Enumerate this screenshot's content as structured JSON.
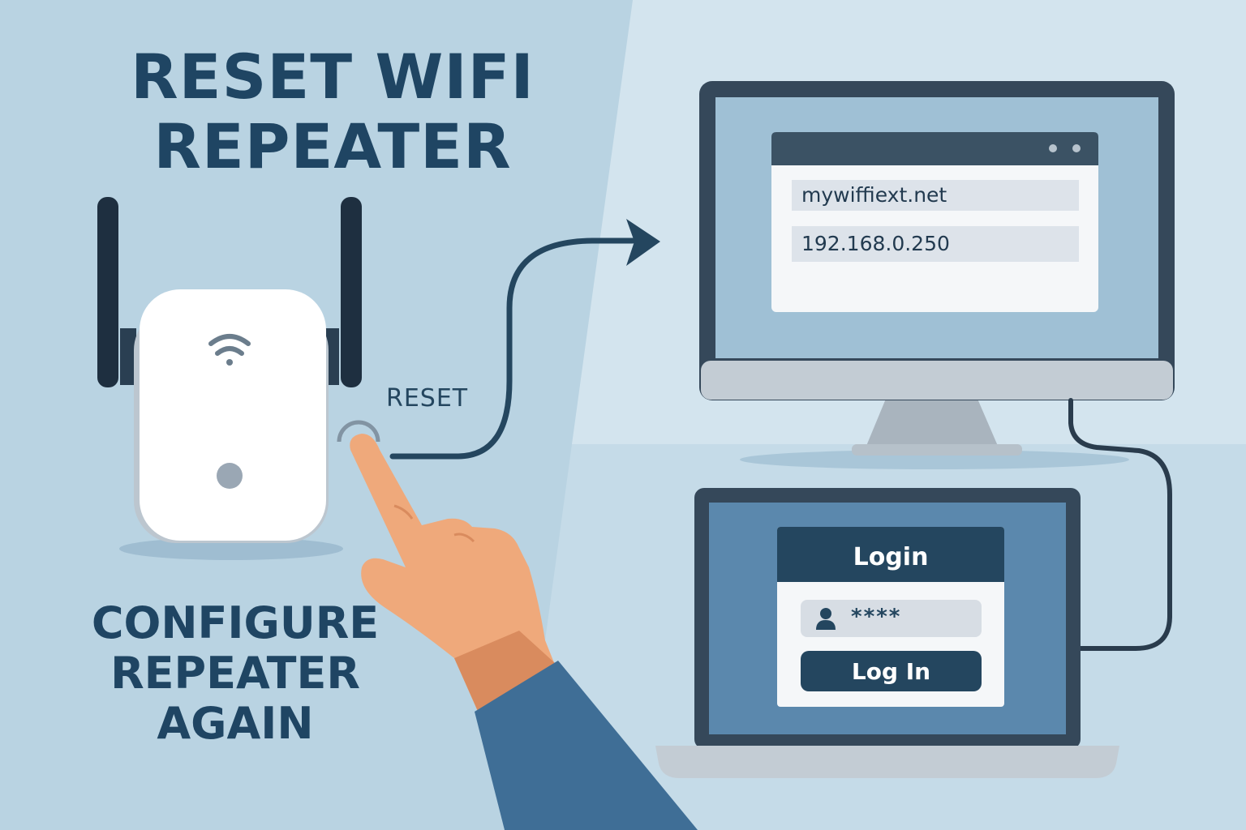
{
  "title": {
    "line1": "RESET WIFI",
    "line2": "REPEATER"
  },
  "subtitle": {
    "line1": "CONFIGURE",
    "line2": "REPEATER",
    "line3": "AGAIN"
  },
  "reset_label": "RESET",
  "browser": {
    "url": "mywiffiext.net",
    "ip": "192.168.0.250"
  },
  "login_panel": {
    "title": "Login",
    "password_mask": "****",
    "button_label": "Log In"
  },
  "icons": {
    "wifi": "wifi-icon",
    "led": "power-led-icon",
    "user": "user-icon",
    "arrow": "arrow-right-icon"
  },
  "colors": {
    "navy": "#24465f",
    "background": "#b9d3e2",
    "skin": "#efa97b",
    "sleeve": "#3f6e96"
  }
}
